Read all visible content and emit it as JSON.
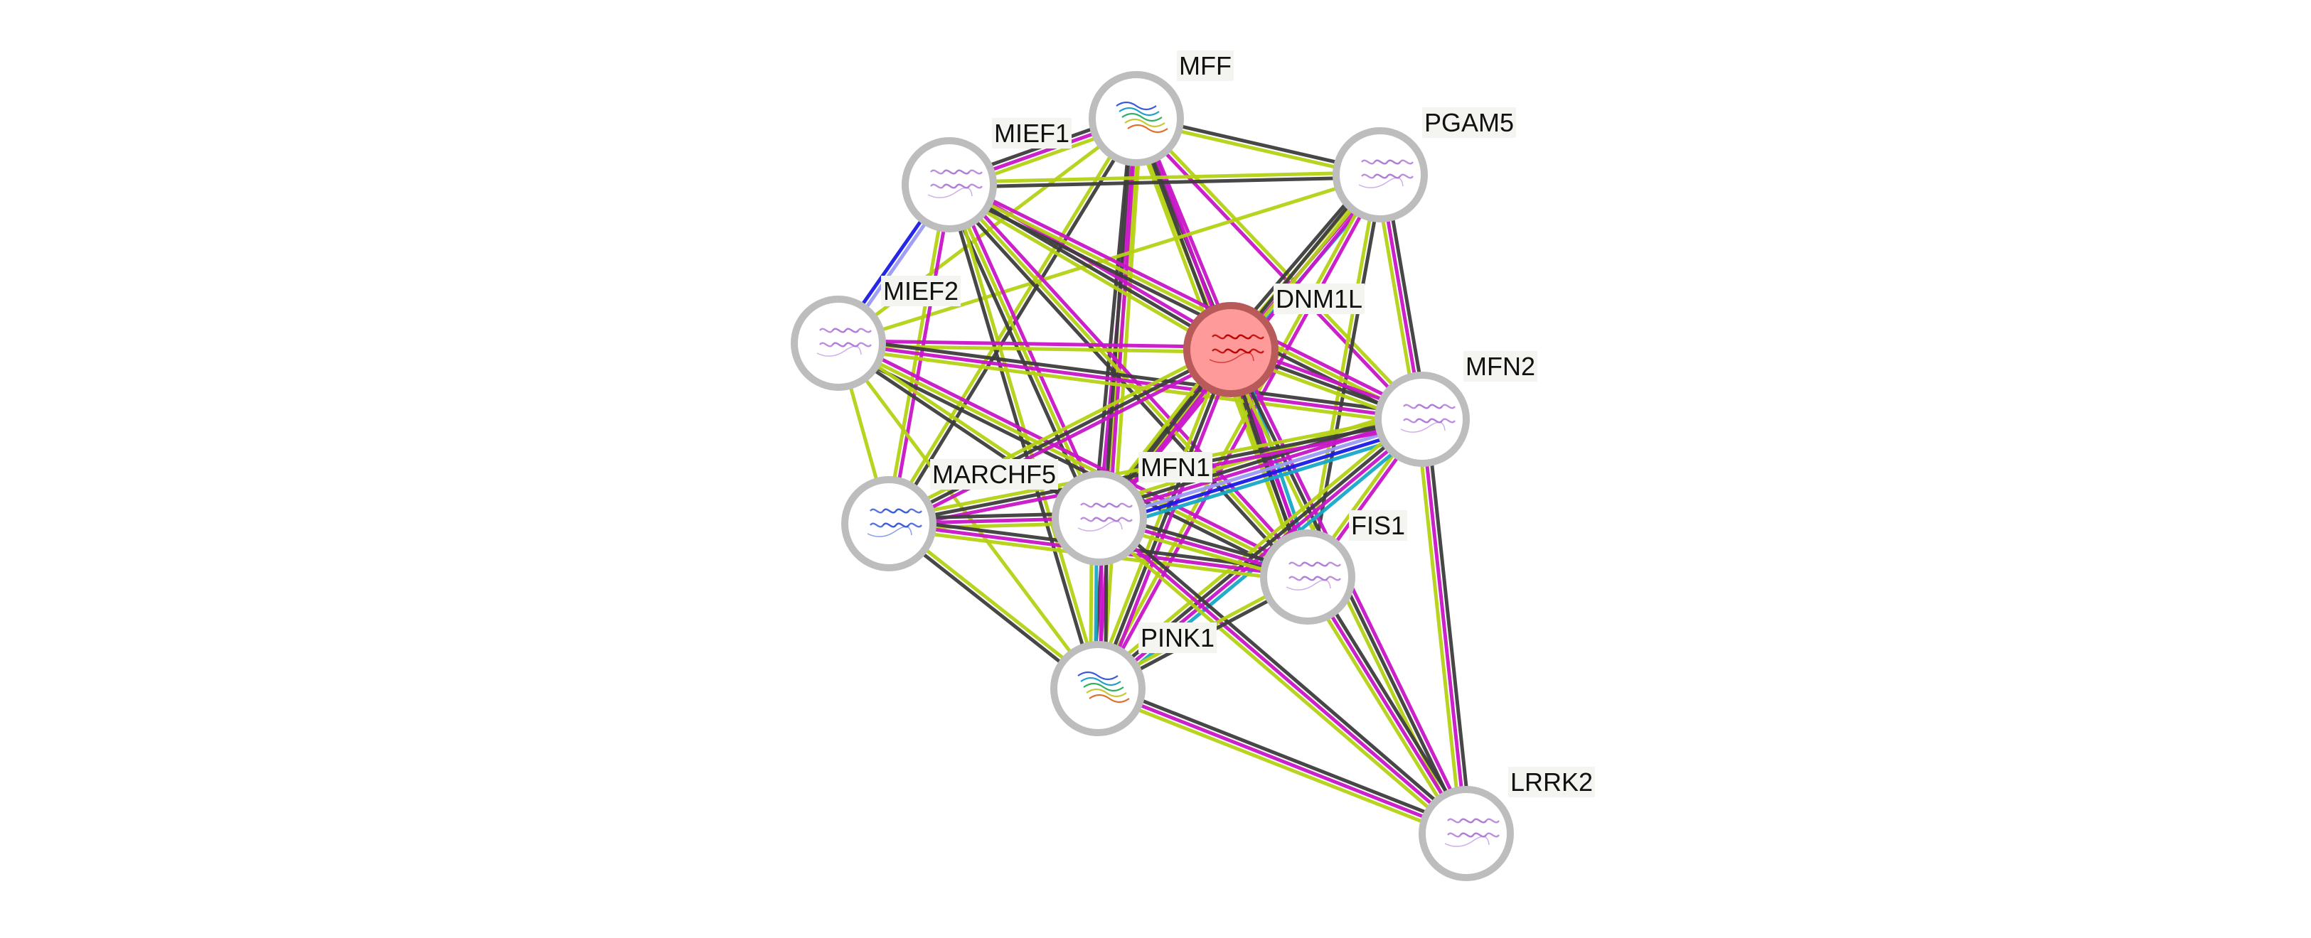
{
  "colors": {
    "textmining": "#b5d115",
    "coexpression": "#3d3d3d",
    "experiments": "#c815c8",
    "databases": "#18a8c8",
    "fusion": "#1a1ae6",
    "neighborhood": "#9a9af2",
    "node_ring": "#bdbdbd",
    "node_fill": "#ffffff",
    "query_fill": "#ff9a9a",
    "query_ring": "#b85a5a"
  },
  "nodes": [
    {
      "id": "MFF",
      "label": "MFF",
      "query": false,
      "structure_icon": "protein-structure-rainbow-icon"
    },
    {
      "id": "PGAM5",
      "label": "PGAM5",
      "query": false,
      "structure_icon": "protein-structure-purple-icon"
    },
    {
      "id": "MIEF1",
      "label": "MIEF1",
      "query": false,
      "structure_icon": "protein-structure-purple-icon"
    },
    {
      "id": "MIEF2",
      "label": "MIEF2",
      "query": false,
      "structure_icon": "protein-structure-purple-icon"
    },
    {
      "id": "DNM1L",
      "label": "DNM1L",
      "query": true,
      "structure_icon": "protein-structure-red-icon"
    },
    {
      "id": "MFN2",
      "label": "MFN2",
      "query": false,
      "structure_icon": "protein-structure-purple-icon"
    },
    {
      "id": "MARCHF5",
      "label": "MARCHF5",
      "query": false,
      "structure_icon": "protein-structure-blue-icon"
    },
    {
      "id": "MFN1",
      "label": "MFN1",
      "query": false,
      "structure_icon": "protein-structure-purple-icon"
    },
    {
      "id": "FIS1",
      "label": "FIS1",
      "query": false,
      "structure_icon": "protein-structure-purple-icon"
    },
    {
      "id": "PINK1",
      "label": "PINK1",
      "query": false,
      "structure_icon": "protein-structure-rainbow-icon"
    },
    {
      "id": "LRRK2",
      "label": "LRRK2",
      "query": false,
      "structure_icon": "protein-structure-purple-icon"
    }
  ],
  "edges": [
    {
      "a": "MFF",
      "b": "PGAM5",
      "types": [
        "coexpression",
        "textmining"
      ]
    },
    {
      "a": "MFF",
      "b": "MIEF1",
      "types": [
        "textmining",
        "experiments",
        "coexpression"
      ]
    },
    {
      "a": "MFF",
      "b": "DNM1L",
      "types": [
        "experiments",
        "coexpression",
        "textmining"
      ]
    },
    {
      "a": "MFF",
      "b": "MFN1",
      "types": [
        "textmining",
        "experiments",
        "coexpression"
      ]
    },
    {
      "a": "MFF",
      "b": "MFN2",
      "types": [
        "textmining",
        "experiments"
      ]
    },
    {
      "a": "MFF",
      "b": "FIS1",
      "types": [
        "experiments",
        "coexpression",
        "textmining"
      ]
    },
    {
      "a": "MFF",
      "b": "MIEF2",
      "types": [
        "textmining"
      ]
    },
    {
      "a": "MFF",
      "b": "MARCHF5",
      "types": [
        "coexpression",
        "textmining"
      ]
    },
    {
      "a": "MFF",
      "b": "PINK1",
      "types": [
        "textmining",
        "experiments",
        "coexpression"
      ]
    },
    {
      "a": "PGAM5",
      "b": "MIEF1",
      "types": [
        "coexpression",
        "textmining"
      ]
    },
    {
      "a": "PGAM5",
      "b": "DNM1L",
      "types": [
        "databases",
        "experiments",
        "textmining",
        "coexpression"
      ]
    },
    {
      "a": "PGAM5",
      "b": "MFN2",
      "types": [
        "coexpression",
        "experiments",
        "textmining"
      ]
    },
    {
      "a": "PGAM5",
      "b": "MIEF2",
      "types": [
        "textmining"
      ]
    },
    {
      "a": "PGAM5",
      "b": "FIS1",
      "types": [
        "coexpression",
        "textmining"
      ]
    },
    {
      "a": "PGAM5",
      "b": "MFN1",
      "types": [
        "experiments",
        "textmining",
        "coexpression"
      ]
    },
    {
      "a": "PGAM5",
      "b": "PINK1",
      "types": [
        "experiments",
        "textmining"
      ]
    },
    {
      "a": "MIEF1",
      "b": "MIEF2",
      "types": [
        "neighborhood",
        "fusion"
      ]
    },
    {
      "a": "MIEF1",
      "b": "DNM1L",
      "types": [
        "experiments",
        "coexpression",
        "textmining"
      ]
    },
    {
      "a": "MIEF1",
      "b": "MFN2",
      "types": [
        "experiments",
        "textmining",
        "coexpression"
      ]
    },
    {
      "a": "MIEF1",
      "b": "FIS1",
      "types": [
        "experiments",
        "textmining",
        "coexpression"
      ]
    },
    {
      "a": "MIEF1",
      "b": "MFN1",
      "types": [
        "experiments",
        "textmining",
        "coexpression"
      ]
    },
    {
      "a": "MIEF1",
      "b": "MARCHF5",
      "types": [
        "experiments",
        "textmining"
      ]
    },
    {
      "a": "MIEF1",
      "b": "PINK1",
      "types": [
        "textmining",
        "coexpression"
      ]
    },
    {
      "a": "MIEF2",
      "b": "DNM1L",
      "types": [
        "experiments",
        "textmining"
      ]
    },
    {
      "a": "MIEF2",
      "b": "MFN2",
      "types": [
        "coexpression",
        "experiments",
        "textmining"
      ]
    },
    {
      "a": "MIEF2",
      "b": "FIS1",
      "types": [
        "experiments",
        "textmining",
        "coexpression"
      ]
    },
    {
      "a": "MIEF2",
      "b": "MARCHF5",
      "types": [
        "textmining"
      ]
    },
    {
      "a": "MIEF2",
      "b": "MFN1",
      "types": [
        "textmining",
        "coexpression"
      ]
    },
    {
      "a": "MIEF2",
      "b": "PINK1",
      "types": [
        "textmining"
      ]
    },
    {
      "a": "DNM1L",
      "b": "MFN2",
      "types": [
        "experiments",
        "coexpression",
        "textmining"
      ]
    },
    {
      "a": "DNM1L",
      "b": "FIS1",
      "types": [
        "databases",
        "experiments",
        "coexpression",
        "textmining"
      ]
    },
    {
      "a": "DNM1L",
      "b": "MFN1",
      "types": [
        "experiments",
        "coexpression",
        "textmining"
      ]
    },
    {
      "a": "DNM1L",
      "b": "MARCHF5",
      "types": [
        "experiments",
        "coexpression",
        "textmining"
      ]
    },
    {
      "a": "DNM1L",
      "b": "PINK1",
      "types": [
        "experiments",
        "coexpression",
        "textmining"
      ]
    },
    {
      "a": "DNM1L",
      "b": "LRRK2",
      "types": [
        "experiments",
        "coexpression",
        "textmining"
      ]
    },
    {
      "a": "MFN2",
      "b": "MFN1",
      "types": [
        "databases",
        "fusion",
        "neighborhood",
        "experiments",
        "coexpression",
        "textmining"
      ]
    },
    {
      "a": "MFN2",
      "b": "FIS1",
      "types": [
        "experiments",
        "textmining"
      ]
    },
    {
      "a": "MFN2",
      "b": "MARCHF5",
      "types": [
        "experiments",
        "coexpression",
        "textmining"
      ]
    },
    {
      "a": "MFN2",
      "b": "PINK1",
      "types": [
        "databases",
        "experiments",
        "coexpression",
        "textmining"
      ]
    },
    {
      "a": "MFN2",
      "b": "LRRK2",
      "types": [
        "coexpression",
        "experiments",
        "textmining"
      ]
    },
    {
      "a": "MARCHF5",
      "b": "MFN1",
      "types": [
        "coexpression",
        "experiments",
        "textmining"
      ]
    },
    {
      "a": "MARCHF5",
      "b": "FIS1",
      "types": [
        "coexpression",
        "experiments",
        "textmining"
      ]
    },
    {
      "a": "MARCHF5",
      "b": "PINK1",
      "types": [
        "textmining",
        "coexpression"
      ]
    },
    {
      "a": "MFN1",
      "b": "FIS1",
      "types": [
        "coexpression",
        "experiments",
        "textmining"
      ]
    },
    {
      "a": "MFN1",
      "b": "PINK1",
      "types": [
        "coexpression",
        "experiments",
        "databases",
        "textmining"
      ]
    },
    {
      "a": "MFN1",
      "b": "LRRK2",
      "types": [
        "coexpression",
        "experiments",
        "textmining"
      ]
    },
    {
      "a": "FIS1",
      "b": "PINK1",
      "types": [
        "coexpression",
        "textmining"
      ]
    },
    {
      "a": "FIS1",
      "b": "LRRK2",
      "types": [
        "coexpression",
        "experiments",
        "textmining"
      ]
    },
    {
      "a": "PINK1",
      "b": "LRRK2",
      "types": [
        "coexpression",
        "experiments",
        "textmining"
      ]
    }
  ]
}
